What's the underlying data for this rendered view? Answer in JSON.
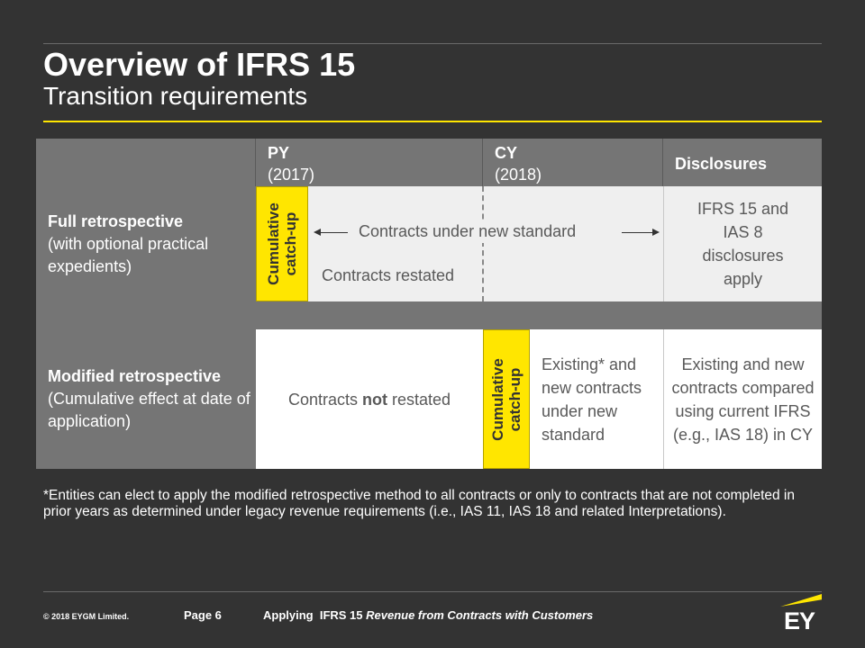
{
  "header": {
    "title": "Overview of IFRS 15",
    "subtitle": "Transition requirements"
  },
  "table": {
    "columns": {
      "py_label": "PY",
      "py_year": "(2017)",
      "cy_label": "CY",
      "cy_year": "(2018)",
      "disclosures": "Disclosures"
    },
    "full_retrospective": {
      "label": "Full retrospective",
      "note": "(with optional practical expedients)",
      "catch_up_line1": "Cumulative",
      "catch_up_line2": "catch-up",
      "arrow_text": "Contracts under new standard",
      "restated_text": "Contracts restated",
      "disclosure_text": "IFRS 15 and IAS 8 disclosures apply"
    },
    "modified_retrospective": {
      "label": "Modified retrospective",
      "note": "(Cumulative effect at date of application)",
      "not_restated_prefix": "Contracts ",
      "not_restated_bold": "not",
      "not_restated_suffix": " restated",
      "catch_up_line1": "Cumulative",
      "catch_up_line2": "catch-up",
      "cy_text": "Existing* and new contracts under new standard",
      "disclosure_text": "Existing and new contracts compared using current IFRS (e.g., IAS 18) in CY"
    }
  },
  "footnote": "*Entities can elect to apply the modified retrospective method to all contracts or only to contracts that are not completed in prior years as determined under legacy revenue requirements (i.e., IAS 11, IAS 18 and related Interpretations).",
  "footer": {
    "copyright": "© 2018 EYGM Limited.",
    "page": "Page 6",
    "doc_title_prefix": "Applying  IFRS 15 ",
    "doc_title_italic": "Revenue from Contracts with Customers",
    "logo_text": "EY"
  },
  "colors": {
    "background": "#333333",
    "accent_yellow": "#ffe600",
    "header_gray": "#757575",
    "cell_light": "#efefef"
  }
}
